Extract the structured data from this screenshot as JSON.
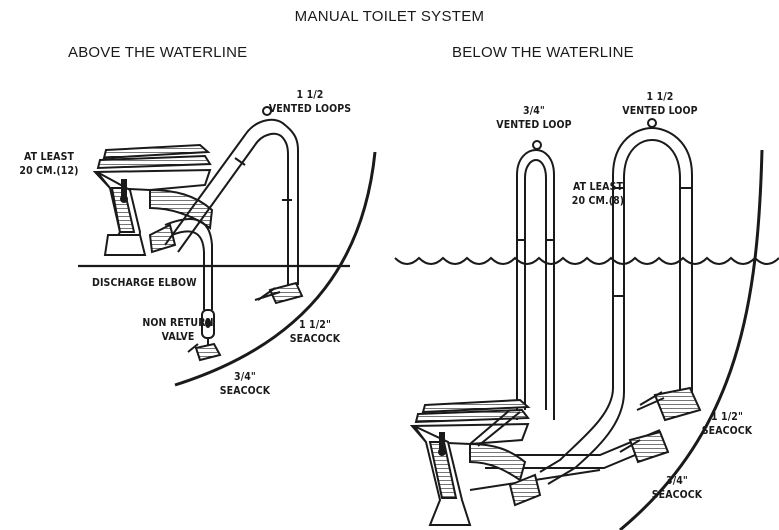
{
  "title": "MANUAL TOILET SYSTEM",
  "sections": {
    "left": "ABOVE THE WATERLINE",
    "right": "BELOW THE WATERLINE"
  },
  "labels": {
    "left_vented_loops": [
      "1 1/2",
      "VENTED LOOPS"
    ],
    "left_at_least": [
      "AT LEAST",
      "20 CM.(12)"
    ],
    "discharge_elbow": "DISCHARGE ELBOW",
    "non_return_valve": [
      "NON RETURN",
      "VALVE"
    ],
    "left_seacock_large": [
      "1 1/2\"",
      "SEACOCK"
    ],
    "left_seacock_small": [
      "3/4\"",
      "SEACOCK"
    ],
    "right_vented_small": [
      "3/4\"",
      "VENTED LOOP"
    ],
    "right_vented_large": [
      "1 1/2",
      "VENTED LOOP"
    ],
    "right_at_least": [
      "AT LEAST",
      "20 CM.(8)"
    ],
    "right_seacock_large": [
      "1 1/2\"",
      "SEACOCK"
    ],
    "right_seacock_small": [
      "3/4\"",
      "SEACOCK"
    ]
  }
}
